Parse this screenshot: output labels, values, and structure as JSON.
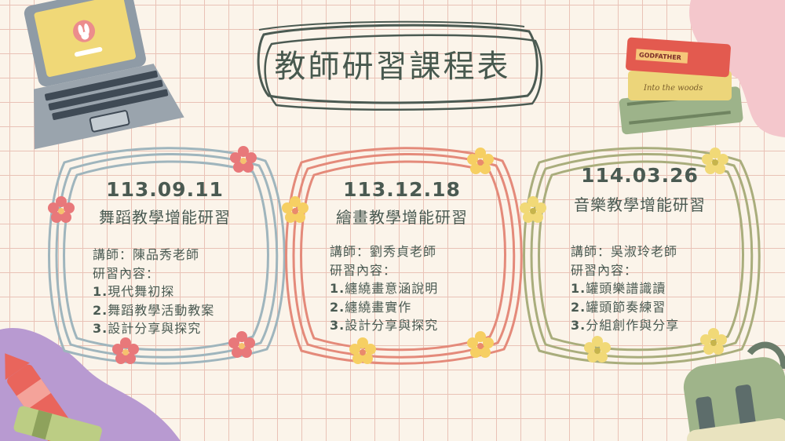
{
  "title": "教師研習課程表",
  "colors": {
    "background": "#fbf4ea",
    "grid": "#e9c2b6",
    "text": "#4a5a52",
    "card1_frame": "#9fb5bd",
    "card2_frame": "#e48a7a",
    "card3_frame": "#a9ad7c"
  },
  "cards": [
    {
      "date": "113.09.11",
      "topic": "舞蹈教學增能研習",
      "instructor": "講師：陳品秀老師",
      "content_label": "研習內容：",
      "items": [
        {
          "num": "1.",
          "text": "現代舞初探"
        },
        {
          "num": "2.",
          "text": "舞蹈教學活動教案"
        },
        {
          "num": "3.",
          "text": "設計分享與探究"
        }
      ]
    },
    {
      "date": "113.12.18",
      "topic": "繪畫教學增能研習",
      "instructor": "講師：劉秀貞老師",
      "content_label": "研習內容：",
      "items": [
        {
          "num": "1.",
          "text": "纏繞畫意涵說明"
        },
        {
          "num": "2.",
          "text": "纏繞畫實作"
        },
        {
          "num": "3.",
          "text": "設計分享與探究"
        }
      ]
    },
    {
      "date": "114.03.26",
      "topic": "音樂教學增能研習",
      "instructor": "講師：吳淑玲老師",
      "content_label": "研習內容：",
      "items": [
        {
          "num": "1.",
          "text": "罐頭樂譜識讀"
        },
        {
          "num": "2.",
          "text": "罐頭節奏練習"
        },
        {
          "num": "3.",
          "text": "分組創作與分享"
        }
      ]
    }
  ],
  "decorations": {
    "book_titles": [
      "GODFATHER",
      "Into the woods"
    ],
    "icons": [
      "laptop-icon",
      "books-stack-icon",
      "backpack-icon",
      "crayon-icon",
      "flower-icon",
      "rabbit-icon"
    ]
  }
}
